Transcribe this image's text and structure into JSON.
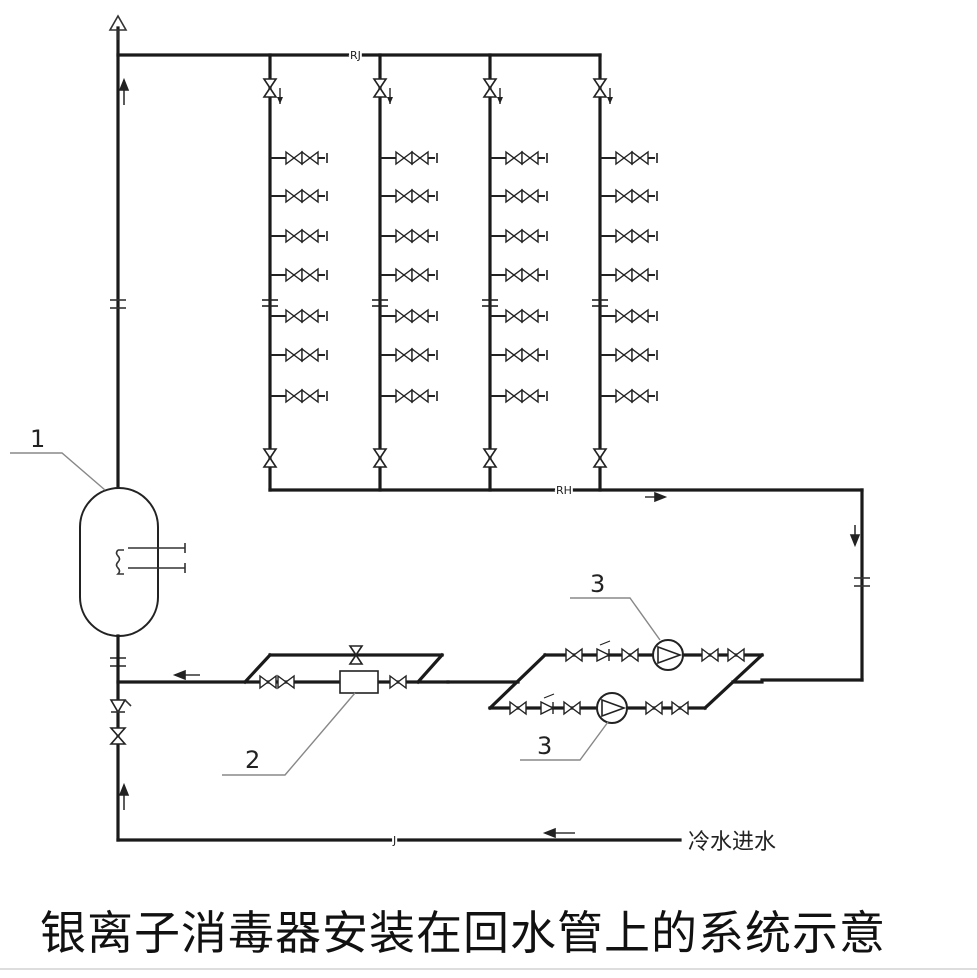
{
  "labels": {
    "tank": "1",
    "sterilizer": "2",
    "pump_top": "3",
    "pump_bottom": "3",
    "supply_main": "RJ",
    "return_main": "RH",
    "cold_main": "J",
    "cold_inlet": "冷水进水"
  },
  "caption": "银离子消毒器安装在回水管上的系统示意"
}
